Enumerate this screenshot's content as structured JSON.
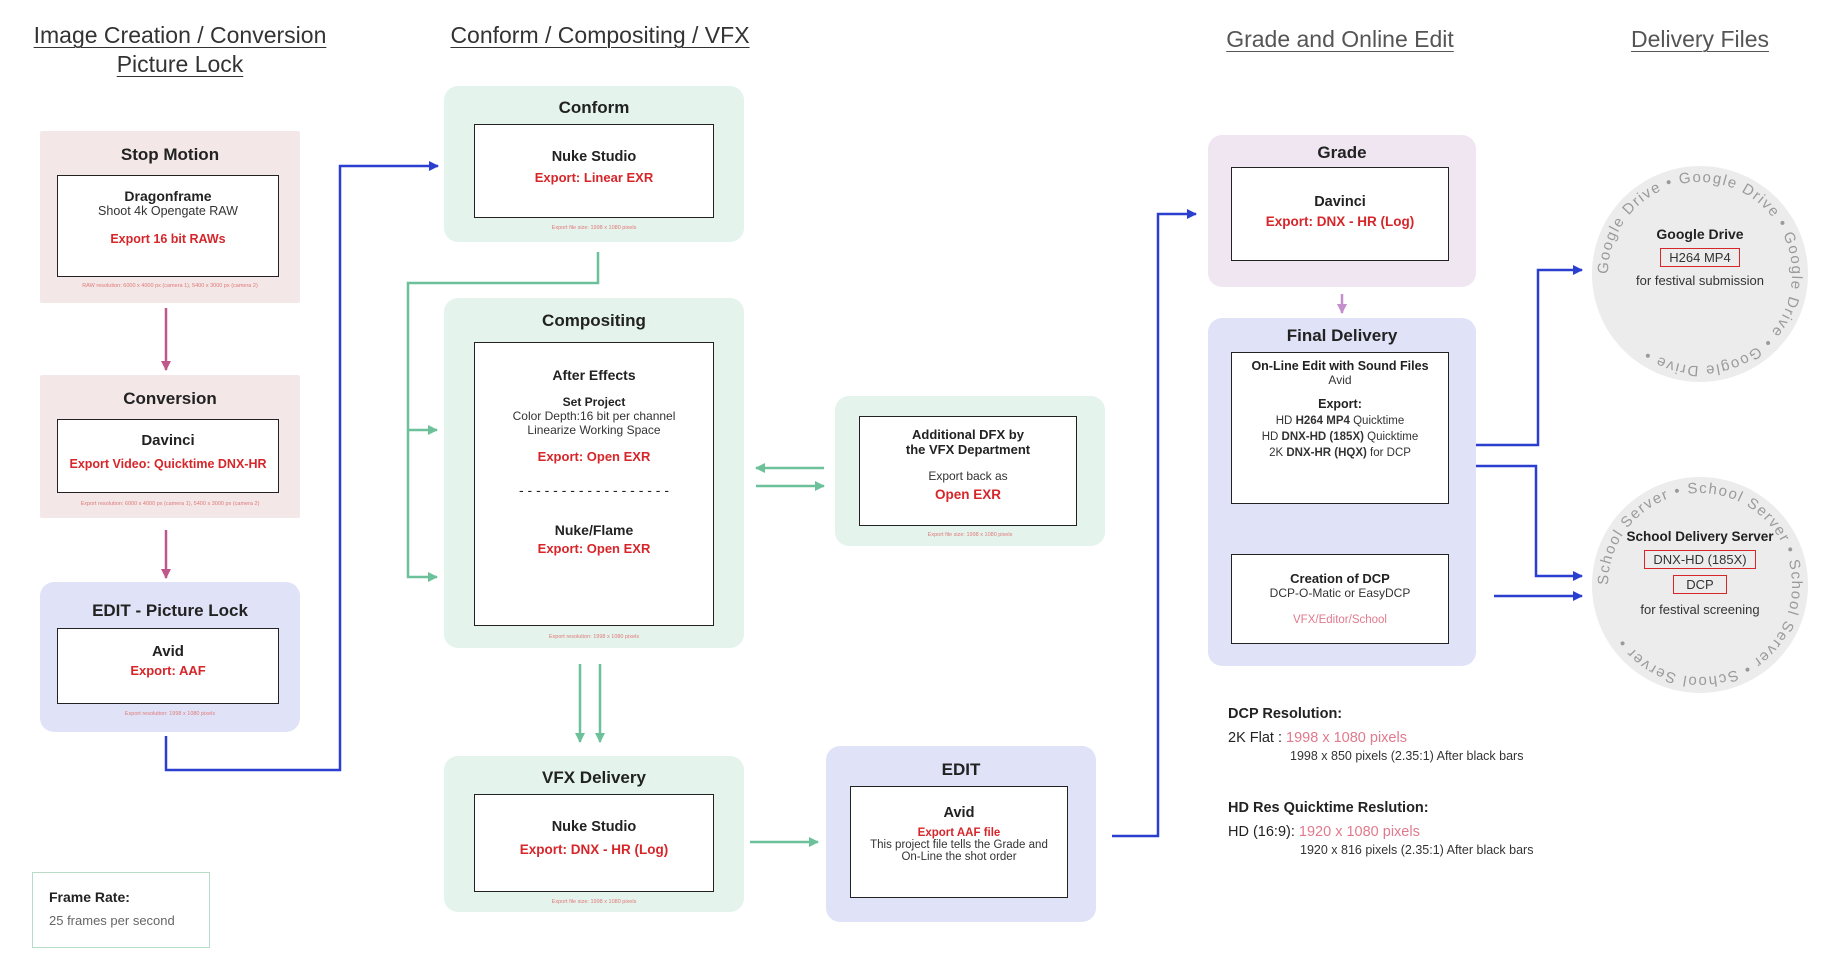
{
  "headers": {
    "col1_line1": "Image Creation / Conversion",
    "col1_line2": "Picture Lock",
    "col2": "Conform / Compositing / VFX",
    "col3": "Grade and Online Edit",
    "col4": "Delivery Files"
  },
  "stop_motion": {
    "title": "Stop Motion",
    "software": "Dragonframe",
    "desc": "Shoot 4k Opengate RAW",
    "export": "Export 16 bit RAWs",
    "note": "RAW resolution: 6000 x 4000 px (camera 1), 5400 x 3000 px (camera 2)"
  },
  "conversion": {
    "title": "Conversion",
    "software": "Davinci",
    "export": "Export Video: Quicktime DNX-HR",
    "note": "Export resolution: 6000 x 4000 px (camera 1), 5400 x 3000 px (camera 2)"
  },
  "edit_lock": {
    "title": "EDIT - Picture Lock",
    "software": "Avid",
    "export": "Export: AAF",
    "note": "Export resolution: 1998 x 1080 pixels"
  },
  "conform": {
    "title": "Conform",
    "software": "Nuke Studio",
    "export": "Export: Linear EXR",
    "note": "Export file size: 1998 x 1080 pixels"
  },
  "compositing": {
    "title": "Compositing",
    "software1": "After Effects",
    "setproj": "Set Project",
    "depth": "Color Depth:16 bit per channel",
    "linear": "Linearize Working Space",
    "export1": "Export: Open EXR",
    "divider": "- - - - - - - - - - - - - - - - - -",
    "software2": "Nuke/Flame",
    "export2": "Export: Open EXR",
    "note": "Export resolution: 1998 x 1080 pixels"
  },
  "vfx_dept": {
    "line1": "Additional DFX by",
    "line2": "the VFX Department",
    "export_back": "Export back as",
    "export": "Open EXR",
    "note": "Export file size: 1998 x 1080 pixels"
  },
  "vfx_delivery": {
    "title": "VFX Delivery",
    "software": "Nuke Studio",
    "export": "Export: DNX - HR (Log)",
    "note": "Export file size: 1998 x 1080 pixels"
  },
  "edit2": {
    "title": "EDIT",
    "software": "Avid",
    "export": "Export AAF file",
    "desc1": "This project file tells the Grade and",
    "desc2": "On-Line the shot order"
  },
  "grade": {
    "title": "Grade",
    "software": "Davinci",
    "export": "Export: DNX - HR (Log)"
  },
  "final_delivery": {
    "title": "Final Delivery",
    "online_title": "On-Line Edit with Sound Files",
    "online_sw": "Avid",
    "export_label": "Export:",
    "fmt1_pre": "HD ",
    "fmt1_bold": "H264 MP4",
    "fmt1_post": " Quicktime",
    "fmt2_pre": "HD ",
    "fmt2_bold": "DNX-HD (185X)",
    "fmt2_post": " Quicktime",
    "fmt3_pre": "2K ",
    "fmt3_bold": "DNX-HR (HQX)",
    "fmt3_post": " for DCP",
    "dcp_title": "Creation of DCP",
    "dcp_sw": "DCP-O-Matic or EasyDCP",
    "dcp_who": "VFX/Editor/School"
  },
  "google_drive": {
    "ring": "Google Drive",
    "title": "Google Drive",
    "format": "H264 MP4",
    "purpose": "for festival submission"
  },
  "school_server": {
    "ring": "School Server",
    "title": "School Delivery Server",
    "format1": "DNX-HD (185X)",
    "format2": "DCP",
    "purpose": "for festival screening"
  },
  "dcp_resolution": {
    "title": "DCP Resolution:",
    "label": "2K Flat : ",
    "value": "1998 x 1080 pixels",
    "sub": "1998 x 850 pixels (2.35:1) After black bars"
  },
  "hd_resolution": {
    "title": "HD Res Quicktime Reslution:",
    "label": "HD (16:9): ",
    "value": "1920 x 1080 pixels",
    "sub": "1920 x 816 pixels (2.35:1) After black bars"
  },
  "frame_rate": {
    "title": "Frame Rate:",
    "value": "25 frames per second"
  },
  "colors": {
    "arrow_blue": "#2a3fcf",
    "arrow_green": "#6cc09a",
    "arrow_pink": "#c0578a",
    "arrow_lilac": "#c48fcc",
    "accent_red": "#d6262a"
  }
}
